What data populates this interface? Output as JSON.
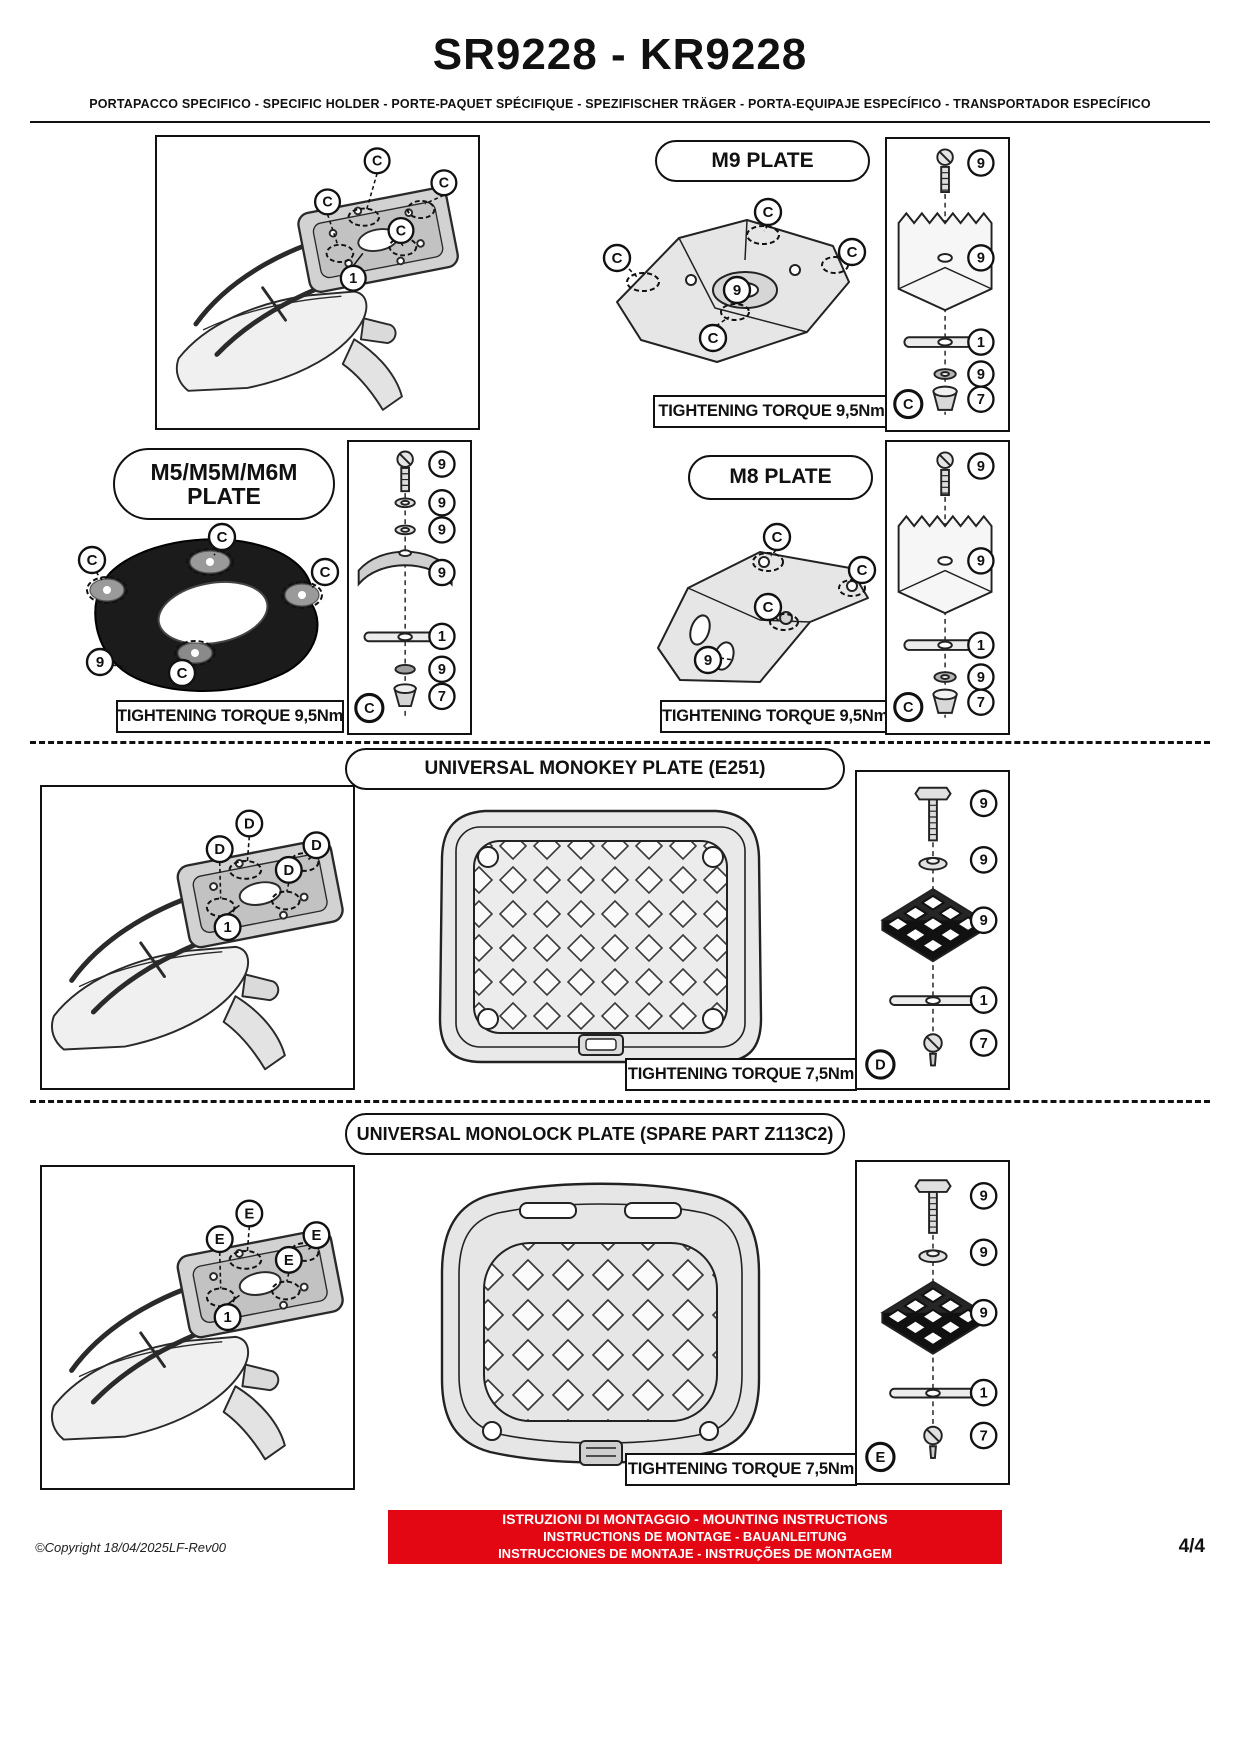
{
  "page": {
    "title": "SR9228 - KR9228",
    "subtitle": "PORTAPACCO SPECIFICO - SPECIFIC HOLDER - PORTE-PAQUET SPÉCIFIQUE - SPEZIFISCHER TRÄGER - PORTA-EQUIPAJE ESPECÍFICO - TRANSPORTADOR ESPECÍFICO",
    "copyright": "©Copyright 18/04/2025LF-Rev00",
    "page_number": "4/4"
  },
  "colors": {
    "accent_red": "#e30613",
    "line": "#111111"
  },
  "rack_top": {
    "callouts": [
      "C",
      "C",
      "C",
      "C"
    ],
    "part": "1"
  },
  "m9": {
    "title": "M9 PLATE",
    "torque": "TIGHTENING TORQUE 9,5Nm",
    "callouts": [
      "C",
      "C",
      "C",
      "C"
    ],
    "center_label": "9",
    "hw": {
      "items": [
        "9",
        "9",
        "1",
        "9",
        "7"
      ],
      "tag": "C"
    }
  },
  "m5": {
    "title_line1": "M5/M5M/M6M",
    "title_line2": "PLATE",
    "torque": "TIGHTENING TORQUE 9,5Nm",
    "callouts": [
      "C",
      "C",
      "C",
      "C"
    ],
    "side_label": "9",
    "hw": {
      "items": [
        "9",
        "9",
        "9",
        "9",
        "1",
        "9",
        "7"
      ],
      "tag": "C"
    }
  },
  "m8": {
    "title": "M8 PLATE",
    "torque": "TIGHTENING TORQUE 9,5Nm",
    "callouts": [
      "C",
      "C",
      "C"
    ],
    "side_label": "9",
    "hw": {
      "items": [
        "9",
        "9",
        "1",
        "9",
        "7"
      ],
      "tag": "C"
    }
  },
  "monokey": {
    "title": "UNIVERSAL MONOKEY PLATE (E251)",
    "torque": "TIGHTENING TORQUE 7,5Nm",
    "callouts": [
      "D",
      "D",
      "D",
      "D"
    ],
    "part": "1",
    "hw": {
      "items": [
        "9",
        "9",
        "9",
        "1",
        "7"
      ],
      "tag": "D"
    }
  },
  "monolock": {
    "title": "UNIVERSAL MONOLOCK PLATE (SPARE PART Z113C2)",
    "torque": "TIGHTENING TORQUE 7,5Nm",
    "callouts": [
      "E",
      "E",
      "E",
      "E"
    ],
    "part": "1",
    "hw": {
      "items": [
        "9",
        "9",
        "9",
        "1",
        "7"
      ],
      "tag": "E"
    }
  },
  "footer": {
    "line1": "ISTRUZIONI DI MONTAGGIO  -  MOUNTING INSTRUCTIONS",
    "line2": "INSTRUCTIONS DE MONTAGE - BAUANLEITUNG",
    "line3": "INSTRUCCIONES DE MONTAJE - INSTRUÇÕES DE MONTAGEM"
  }
}
